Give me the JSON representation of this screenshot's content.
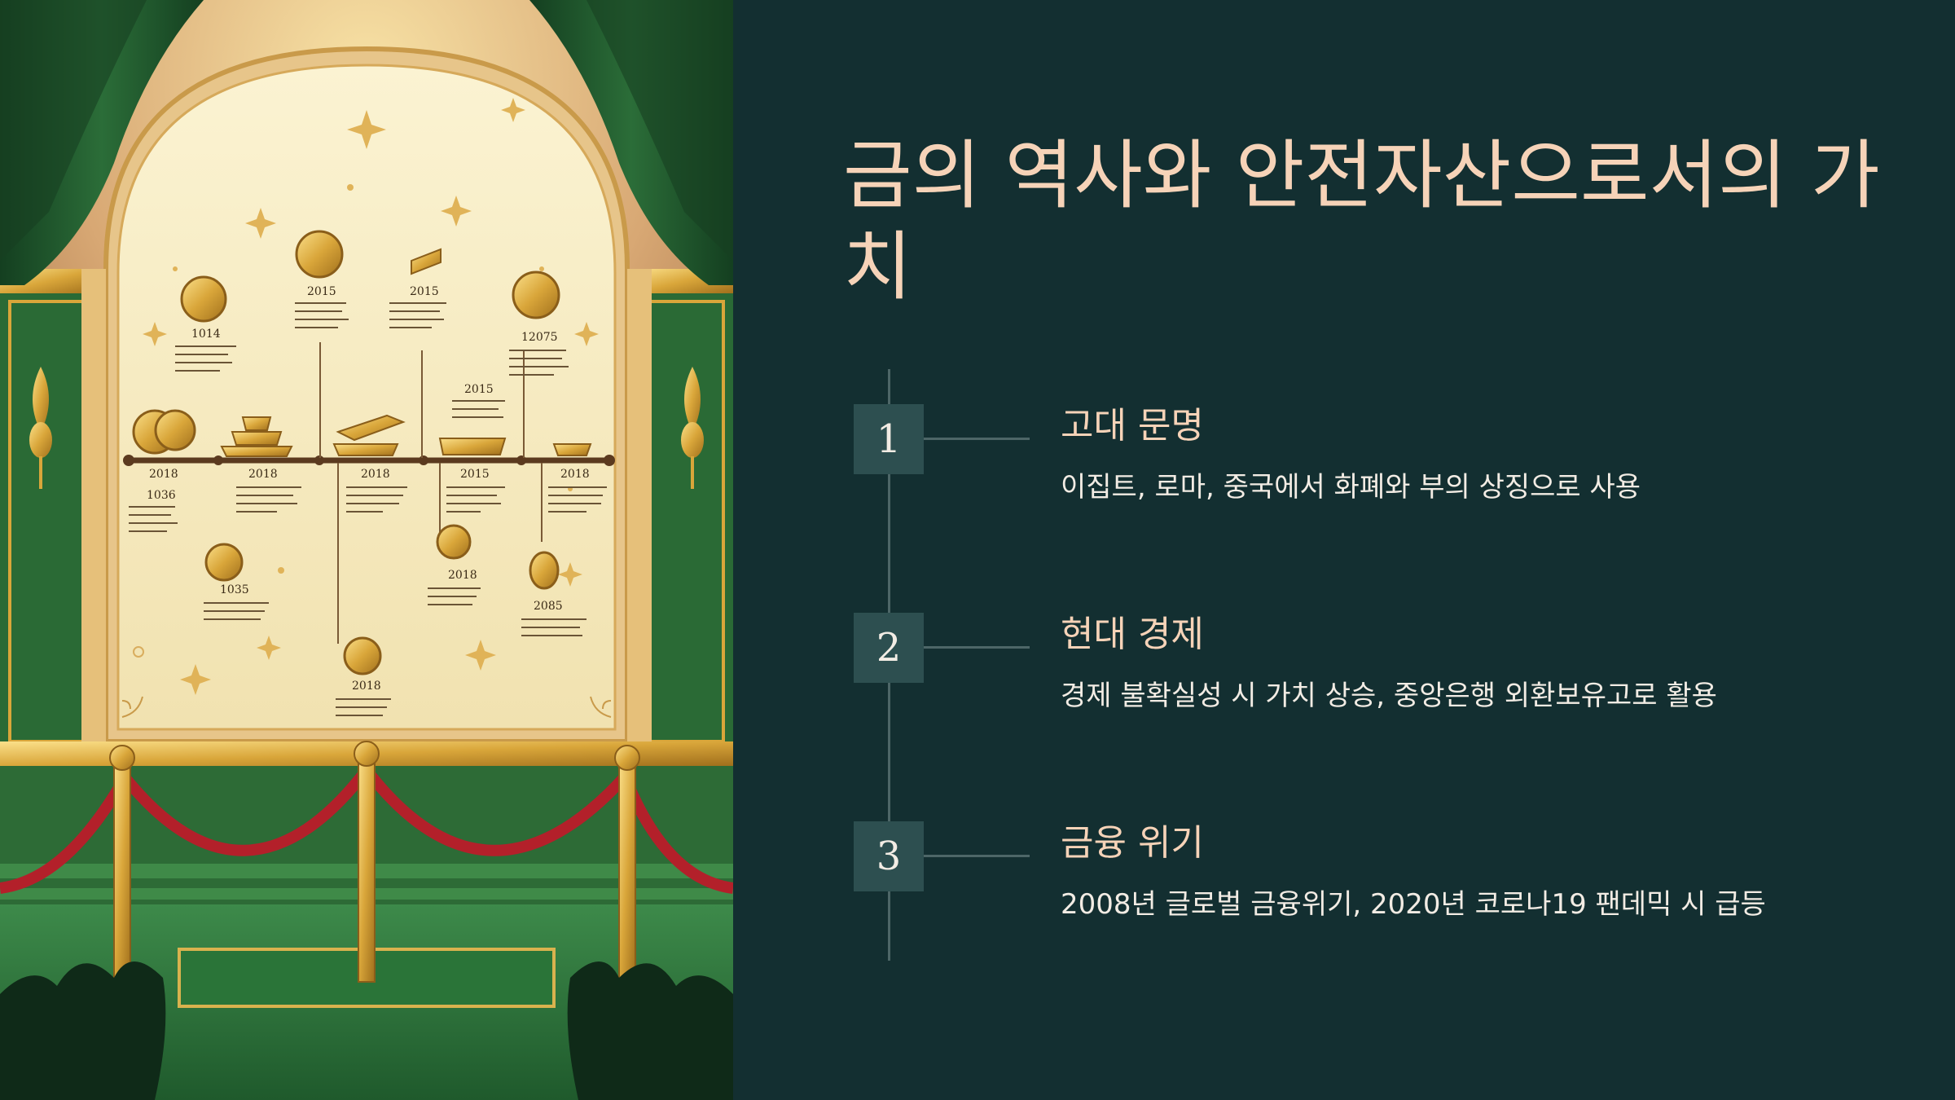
{
  "slide": {
    "title": "금의 역사와 안전자산으로서의 가치"
  },
  "timeline": [
    {
      "number": "1",
      "title": "고대 문명",
      "description": "이집트, 로마, 중국에서 화폐와 부의 상징으로 사용"
    },
    {
      "number": "2",
      "title": "현대 경제",
      "description": "경제 불확실성 시 가치 상승, 중앙은행 외환보유고로 활용"
    },
    {
      "number": "3",
      "title": "금융 위기",
      "description": "2008년 글로벌 금융위기, 2020년 코로나19 팬데믹 시 급등"
    }
  ],
  "illustration": {
    "year_labels": [
      "2015",
      "2015",
      "1014",
      "12075",
      "2015",
      "2018",
      "2018",
      "2018",
      "2015",
      "2018",
      "1036",
      "1035",
      "2018",
      "2085",
      "2018"
    ]
  },
  "colors": {
    "background": "#132f31",
    "title": "#f6d3b8",
    "text": "#f2ece4",
    "step_box": "#2d4f50",
    "line": "#4d6667",
    "gold": "#d9a63a",
    "curtain": "#1f5a2c",
    "rope": "#b3202a"
  }
}
